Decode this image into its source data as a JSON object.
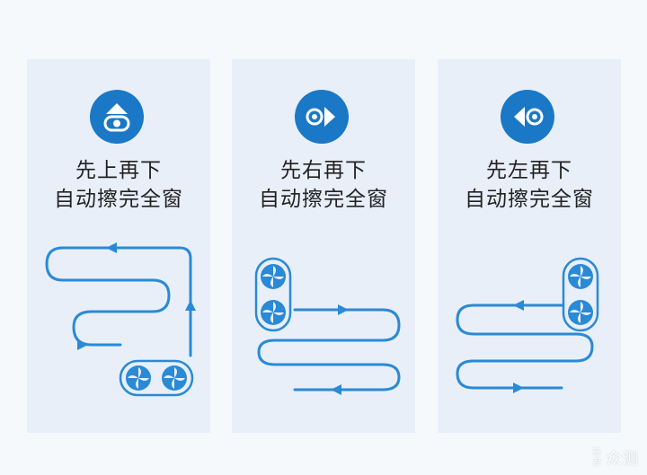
{
  "colors": {
    "background": "#f6f9fc",
    "card": "#e8eff9",
    "accent": "#1a78c6",
    "line": "#2a8ad6",
    "fan": "#2a8ad6",
    "text": "#222222"
  },
  "cards": [
    {
      "icon": "arrow-up-robot-icon",
      "line1": "先上再下",
      "line2": "自动擦完全窗"
    },
    {
      "icon": "arrow-right-robot-icon",
      "line1": "先右再下",
      "line2": "自动擦完全窗"
    },
    {
      "icon": "arrow-left-robot-icon",
      "line1": "先左再下",
      "line2": "自动擦完全窗"
    }
  ],
  "watermark": {
    "small": "新浪",
    "large": "众测"
  }
}
